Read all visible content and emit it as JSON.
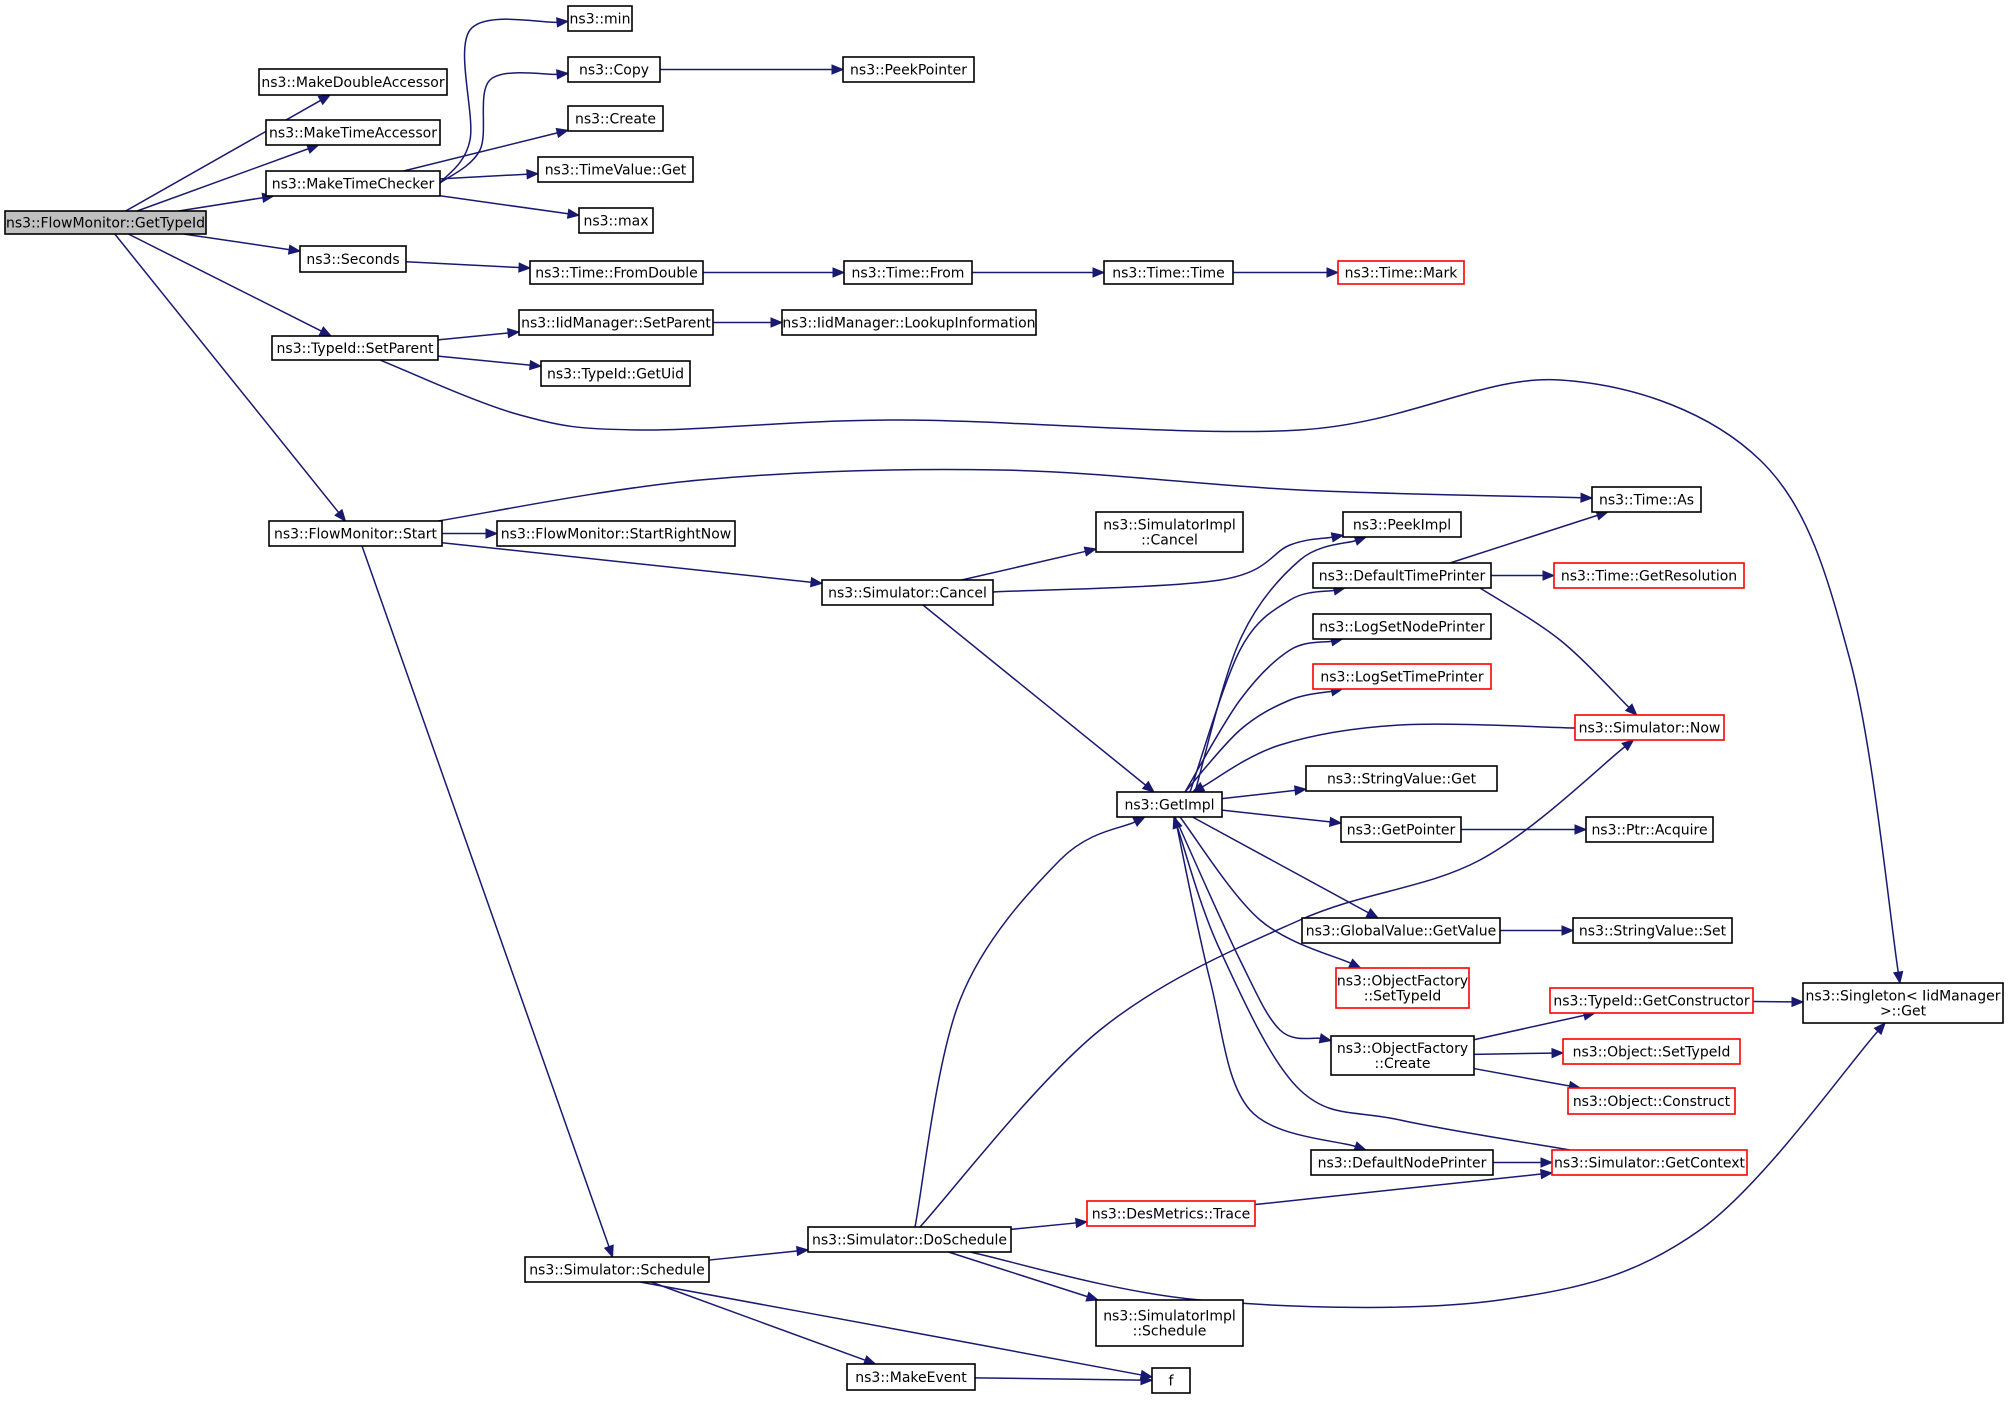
{
  "graph": {
    "colors": {
      "edge": "#191970",
      "node_border": "#000000",
      "node_border_incomplete": "#ff0000",
      "root_fill": "#bfbfbf"
    },
    "nodes": [
      {
        "id": "root",
        "lines": [
          "ns3::FlowMonitor::GetTypeId"
        ],
        "style": "root"
      },
      {
        "id": "mkdouble",
        "lines": [
          "ns3::MakeDoubleAccessor"
        ]
      },
      {
        "id": "mktimeacc",
        "lines": [
          "ns3::MakeTimeAccessor"
        ]
      },
      {
        "id": "mktimechk",
        "lines": [
          "ns3::MakeTimeChecker"
        ]
      },
      {
        "id": "min",
        "lines": [
          "ns3::min"
        ]
      },
      {
        "id": "copy",
        "lines": [
          "ns3::Copy"
        ]
      },
      {
        "id": "peekptr",
        "lines": [
          "ns3::PeekPointer"
        ]
      },
      {
        "id": "create",
        "lines": [
          "ns3::Create"
        ]
      },
      {
        "id": "tvget",
        "lines": [
          "ns3::TimeValue::Get"
        ]
      },
      {
        "id": "max",
        "lines": [
          "ns3::max"
        ]
      },
      {
        "id": "seconds",
        "lines": [
          "ns3::Seconds"
        ]
      },
      {
        "id": "fromdouble",
        "lines": [
          "ns3::Time::FromDouble"
        ]
      },
      {
        "id": "from",
        "lines": [
          "ns3::Time::From"
        ]
      },
      {
        "id": "timetime",
        "lines": [
          "ns3::Time::Time"
        ]
      },
      {
        "id": "mark",
        "lines": [
          "ns3::Time::Mark"
        ],
        "style": "red"
      },
      {
        "id": "tsetparent",
        "lines": [
          "ns3::TypeId::SetParent"
        ]
      },
      {
        "id": "iidsetparent",
        "lines": [
          "ns3::IidManager::SetParent"
        ]
      },
      {
        "id": "lookup",
        "lines": [
          "ns3::IidManager::LookupInformation"
        ]
      },
      {
        "id": "getuid",
        "lines": [
          "ns3::TypeId::GetUid"
        ]
      },
      {
        "id": "start",
        "lines": [
          "ns3::FlowMonitor::Start"
        ]
      },
      {
        "id": "startnow",
        "lines": [
          "ns3::FlowMonitor::StartRightNow"
        ]
      },
      {
        "id": "timeas",
        "lines": [
          "ns3::Time::As"
        ]
      },
      {
        "id": "simimplcancel",
        "lines": [
          "ns3::SimulatorImpl",
          "::Cancel"
        ]
      },
      {
        "id": "peekimpl",
        "lines": [
          "ns3::PeekImpl"
        ]
      },
      {
        "id": "simcancel",
        "lines": [
          "ns3::Simulator::Cancel"
        ]
      },
      {
        "id": "deftimeprinter",
        "lines": [
          "ns3::DefaultTimePrinter"
        ]
      },
      {
        "id": "getres",
        "lines": [
          "ns3::Time::GetResolution"
        ],
        "style": "red"
      },
      {
        "id": "logsetnode",
        "lines": [
          "ns3::LogSetNodePrinter"
        ]
      },
      {
        "id": "logsettime",
        "lines": [
          "ns3::LogSetTimePrinter"
        ],
        "style": "red"
      },
      {
        "id": "simnow",
        "lines": [
          "ns3::Simulator::Now"
        ],
        "style": "red"
      },
      {
        "id": "svget",
        "lines": [
          "ns3::StringValue::Get"
        ]
      },
      {
        "id": "getimpl",
        "lines": [
          "ns3::GetImpl"
        ]
      },
      {
        "id": "getpointer",
        "lines": [
          "ns3::GetPointer"
        ]
      },
      {
        "id": "ptracquire",
        "lines": [
          "ns3::Ptr::Acquire"
        ]
      },
      {
        "id": "gvgetvalue",
        "lines": [
          "ns3::GlobalValue::GetValue"
        ]
      },
      {
        "id": "svset",
        "lines": [
          "ns3::StringValue::Set"
        ]
      },
      {
        "id": "ofsettypeid",
        "lines": [
          "ns3::ObjectFactory",
          "::SetTypeId"
        ],
        "style": "red"
      },
      {
        "id": "getctor",
        "lines": [
          "ns3::TypeId::GetConstructor"
        ],
        "style": "red"
      },
      {
        "id": "singleton",
        "lines": [
          "ns3::Singleton< IidManager",
          " >::Get"
        ]
      },
      {
        "id": "ofcreate",
        "lines": [
          "ns3::ObjectFactory",
          "::Create"
        ]
      },
      {
        "id": "objsettypeid",
        "lines": [
          "ns3::Object::SetTypeId"
        ],
        "style": "red"
      },
      {
        "id": "objconstruct",
        "lines": [
          "ns3::Object::Construct"
        ],
        "style": "red"
      },
      {
        "id": "defnodeprinter",
        "lines": [
          "ns3::DefaultNodePrinter"
        ]
      },
      {
        "id": "simgetctx",
        "lines": [
          "ns3::Simulator::GetContext"
        ],
        "style": "red"
      },
      {
        "id": "destrace",
        "lines": [
          "ns3::DesMetrics::Trace"
        ],
        "style": "red"
      },
      {
        "id": "doschedule",
        "lines": [
          "ns3::Simulator::DoSchedule"
        ]
      },
      {
        "id": "schedule",
        "lines": [
          "ns3::Simulator::Schedule"
        ]
      },
      {
        "id": "simimplschedule",
        "lines": [
          "ns3::SimulatorImpl",
          "::Schedule"
        ]
      },
      {
        "id": "makeevent",
        "lines": [
          "ns3::MakeEvent"
        ]
      },
      {
        "id": "f",
        "lines": [
          "f"
        ]
      }
    ],
    "edges": [
      [
        "root",
        "mkdouble"
      ],
      [
        "root",
        "mktimeacc"
      ],
      [
        "root",
        "mktimechk"
      ],
      [
        "root",
        "seconds"
      ],
      [
        "root",
        "tsetparent"
      ],
      [
        "root",
        "start"
      ],
      [
        "mktimechk",
        "min"
      ],
      [
        "mktimechk",
        "copy"
      ],
      [
        "mktimechk",
        "create"
      ],
      [
        "mktimechk",
        "tvget"
      ],
      [
        "mktimechk",
        "max"
      ],
      [
        "copy",
        "peekptr"
      ],
      [
        "seconds",
        "fromdouble"
      ],
      [
        "fromdouble",
        "from"
      ],
      [
        "from",
        "timetime"
      ],
      [
        "timetime",
        "mark"
      ],
      [
        "tsetparent",
        "iidsetparent"
      ],
      [
        "tsetparent",
        "getuid"
      ],
      [
        "tsetparent",
        "singleton"
      ],
      [
        "iidsetparent",
        "lookup"
      ],
      [
        "start",
        "timeas"
      ],
      [
        "start",
        "startnow"
      ],
      [
        "start",
        "simcancel"
      ],
      [
        "start",
        "schedule"
      ],
      [
        "simcancel",
        "simimplcancel"
      ],
      [
        "simcancel",
        "peekimpl"
      ],
      [
        "simcancel",
        "getimpl"
      ],
      [
        "deftimeprinter",
        "timeas"
      ],
      [
        "deftimeprinter",
        "getres"
      ],
      [
        "deftimeprinter",
        "simnow"
      ],
      [
        "getimpl",
        "peekimpl"
      ],
      [
        "getimpl",
        "deftimeprinter"
      ],
      [
        "getimpl",
        "logsetnode"
      ],
      [
        "getimpl",
        "logsettime"
      ],
      [
        "getimpl",
        "svget"
      ],
      [
        "getimpl",
        "getpointer"
      ],
      [
        "getimpl",
        "gvgetvalue"
      ],
      [
        "getimpl",
        "ofsettypeid"
      ],
      [
        "getimpl",
        "ofcreate"
      ],
      [
        "getimpl",
        "defnodeprinter"
      ],
      [
        "simnow",
        "getimpl"
      ],
      [
        "simgetctx",
        "getimpl"
      ],
      [
        "getpointer",
        "ptracquire"
      ],
      [
        "gvgetvalue",
        "svset"
      ],
      [
        "getctor",
        "singleton"
      ],
      [
        "ofcreate",
        "getctor"
      ],
      [
        "ofcreate",
        "objsettypeid"
      ],
      [
        "ofcreate",
        "objconstruct"
      ],
      [
        "defnodeprinter",
        "simgetctx"
      ],
      [
        "destrace",
        "simgetctx"
      ],
      [
        "doschedule",
        "getimpl"
      ],
      [
        "doschedule",
        "simnow"
      ],
      [
        "doschedule",
        "destrace"
      ],
      [
        "doschedule",
        "singleton"
      ],
      [
        "doschedule",
        "simimplschedule"
      ],
      [
        "schedule",
        "doschedule"
      ],
      [
        "schedule",
        "makeevent"
      ],
      [
        "schedule",
        "f"
      ],
      [
        "makeevent",
        "f"
      ]
    ]
  }
}
